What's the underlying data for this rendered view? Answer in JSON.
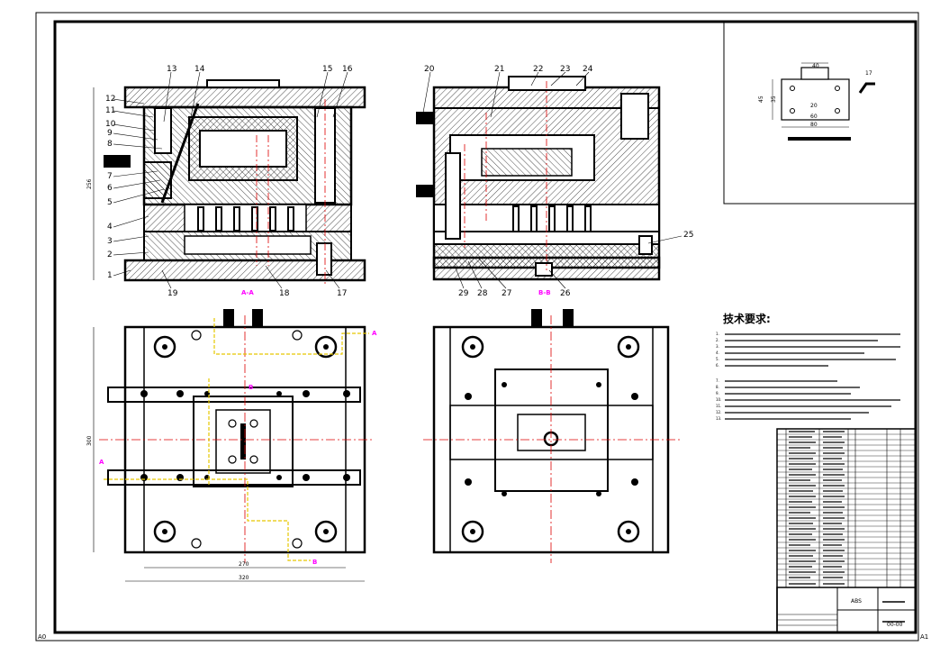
{
  "sheet": {
    "corner_left": "A0",
    "corner_right": "A1",
    "section_a_tag": "A-A",
    "section_b_tag": "B-B",
    "arrow_a": "A",
    "arrow_b": "B"
  },
  "balloons_left": [
    {
      "n": "13"
    },
    {
      "n": "14"
    },
    {
      "n": "15"
    },
    {
      "n": "16"
    },
    {
      "n": "12"
    },
    {
      "n": "11"
    },
    {
      "n": "10"
    },
    {
      "n": "9"
    },
    {
      "n": "8"
    },
    {
      "n": "7"
    },
    {
      "n": "6"
    },
    {
      "n": "5"
    },
    {
      "n": "4"
    },
    {
      "n": "3"
    },
    {
      "n": "2"
    },
    {
      "n": "1"
    },
    {
      "n": "19"
    },
    {
      "n": "18"
    },
    {
      "n": "17"
    }
  ],
  "balloons_right": [
    {
      "n": "20"
    },
    {
      "n": "21"
    },
    {
      "n": "22"
    },
    {
      "n": "23"
    },
    {
      "n": "24"
    },
    {
      "n": "25"
    },
    {
      "n": "29"
    },
    {
      "n": "28"
    },
    {
      "n": "27"
    },
    {
      "n": "26"
    }
  ],
  "dimensions": {
    "height_left": "256",
    "height_plan": "300",
    "width_inner": "270",
    "width_outer": "320"
  },
  "part_sketch": {
    "d1": "40",
    "d2": "45",
    "d3": "35",
    "d4": "60",
    "d5": "20",
    "d6": "80",
    "d7": "17"
  },
  "technical_requirements": {
    "title": "技术要求:",
    "lines": [
      "1.",
      "2.",
      "3.",
      "4.",
      "5.",
      "6.",
      "7.",
      "8.",
      "9.",
      "10.",
      "11.",
      "12.",
      "13."
    ]
  },
  "title_block": {
    "material": "ABS",
    "drawing_no": "00-00"
  }
}
